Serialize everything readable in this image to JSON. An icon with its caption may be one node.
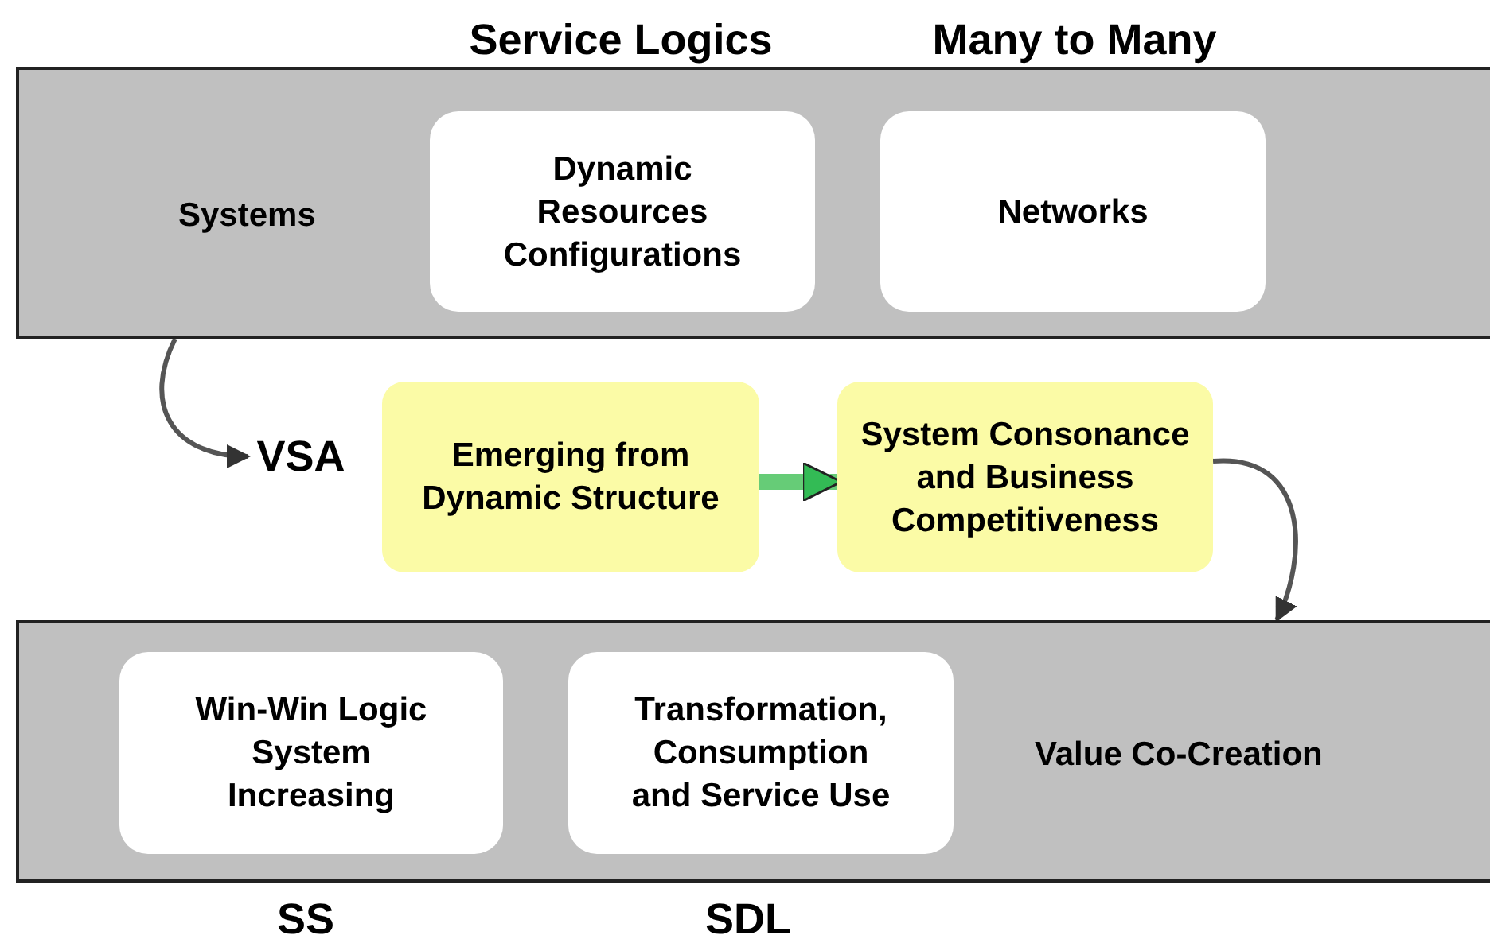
{
  "diagram": {
    "nodes": [
      {
        "text": [
          "Systems"
        ]
      },
      {
        "text": [
          "Dynamic Resources Configurations"
        ],
        "in": 0,
        "beside": [
          "Service Logics"
        ]
      },
      {
        "text": [
          "Networks"
        ],
        "in": 0,
        "beside": [
          "Many to Many"
        ]
      },
      {
        "text": [
          "VSA"
        ]
      },
      {
        "text": [
          "Emerging from Dynamic Structure"
        ]
      },
      {
        "text": [
          "System Consonance and Business Competitiveness"
        ]
      },
      {
        "text": [
          "Value Co-Creation"
        ]
      },
      {
        "text": [
          "Win-Win Logic System Increasing"
        ],
        "in": 6,
        "beside": [
          "SS"
        ]
      },
      {
        "text": [
          "Transformation, Consumption and Service Use"
        ],
        "in": 6,
        "beside": [
          "SDL"
        ]
      }
    ],
    "edges": [
      {
        "from": 0,
        "to": 3,
        "arrow": "to"
      },
      {
        "from": 4,
        "to": 5,
        "arrow": "to",
        "style": "thick",
        "color": "#66cc77"
      },
      {
        "from": 5,
        "to": 6,
        "arrow": "to"
      }
    ]
  }
}
